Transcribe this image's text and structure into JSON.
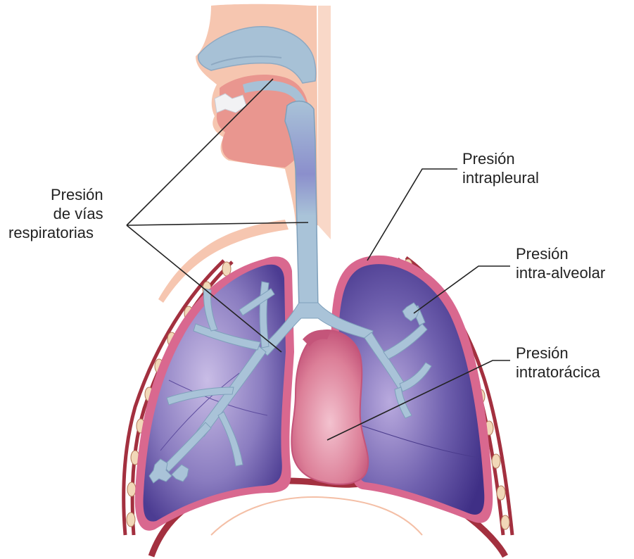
{
  "labels": {
    "airway": [
      "Presión",
      "de vías",
      "respiratorias"
    ],
    "intrapleural": [
      "Presión",
      "intrapleural"
    ],
    "intraalveolar": [
      "Presión",
      "intra-alveolar"
    ],
    "intrathoracic": [
      "Presión",
      "intratorácica"
    ]
  },
  "colors": {
    "skin": "#f4bfa6",
    "mouth": "#e9968f",
    "airway": "#a7c1d6",
    "airway_dark": "#7e8fc6",
    "lung": "#6d5aa8",
    "lung_light": "#b8a8d8",
    "pleura": "#d9688f",
    "heart": "#d56d8a",
    "ribs": "#a3303f",
    "rib_joint": "#f1d8b8",
    "leader": "#222222"
  }
}
